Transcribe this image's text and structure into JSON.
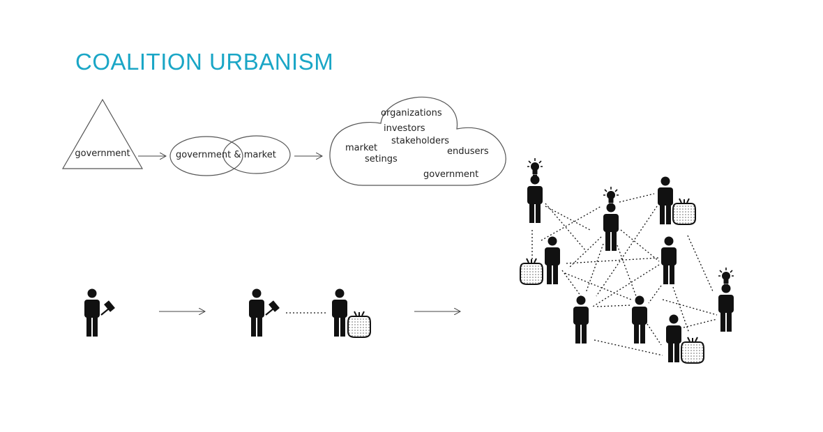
{
  "title": "COALITION URBANISM",
  "stage1": {
    "label": "government",
    "shape": "triangle"
  },
  "stage2": {
    "left_label": "government",
    "joiner": "&",
    "right_label": "market",
    "shape": "overlapping-circles"
  },
  "stage3": {
    "shape": "cloud",
    "words": [
      "organizations",
      "investors",
      "stakeholders",
      "market",
      "endusers",
      "setings",
      "government"
    ]
  },
  "icons": {
    "person": "person-icon",
    "gavel": "gavel-icon",
    "money_bag": "money-bag-icon",
    "idea": "lightbulb-icon"
  },
  "network": {
    "nodes": [
      {
        "id": "a",
        "accessory": "lightbulb"
      },
      {
        "id": "b",
        "accessory": "lightbulb"
      },
      {
        "id": "c",
        "accessory": "money-bag"
      },
      {
        "id": "d",
        "accessory": "money-bag"
      },
      {
        "id": "e",
        "accessory": "none"
      },
      {
        "id": "f",
        "accessory": "lightbulb"
      },
      {
        "id": "g",
        "accessory": "none"
      },
      {
        "id": "h",
        "accessory": "none"
      },
      {
        "id": "i",
        "accessory": "money-bag"
      }
    ]
  },
  "colors": {
    "title": "#1aa6c6",
    "ink": "#111111",
    "outline": "#555555"
  }
}
